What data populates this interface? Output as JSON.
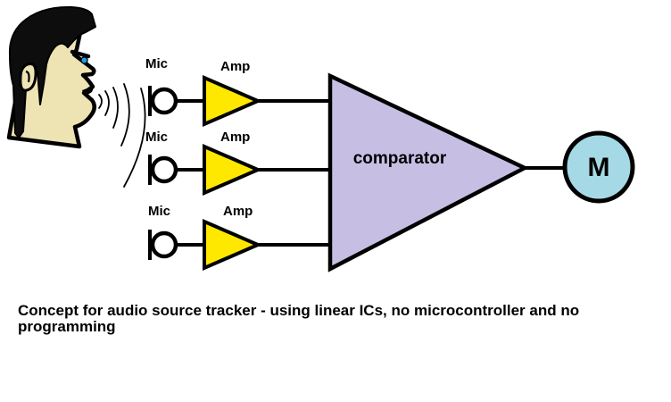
{
  "title": "Audio source tracker concept diagram",
  "colors": {
    "background": "#ffffff",
    "line": "#000000",
    "amp_fill": "#ffe800",
    "comparator_fill": "#c7bfe3",
    "motor_fill": "#a6d9e6",
    "skin": "#ede3b3",
    "hair": "#0d0d0d",
    "eye": "#1fa0dc",
    "mouth": "#000000"
  },
  "speaker": {
    "description": "profile of a person speaking",
    "sound_wave_count": 5
  },
  "channels": [
    {
      "mic_label": "Mic",
      "amp_label": "Amp"
    },
    {
      "mic_label": "Mic",
      "amp_label": "Amp"
    },
    {
      "mic_label": "Mic",
      "amp_label": "Amp"
    }
  ],
  "comparator": {
    "label": "comparator"
  },
  "motor": {
    "label": "M"
  },
  "caption": {
    "line1": "Concept for audio source tracker - using linear ICs, no microcontroller and no",
    "line2": "programming"
  }
}
